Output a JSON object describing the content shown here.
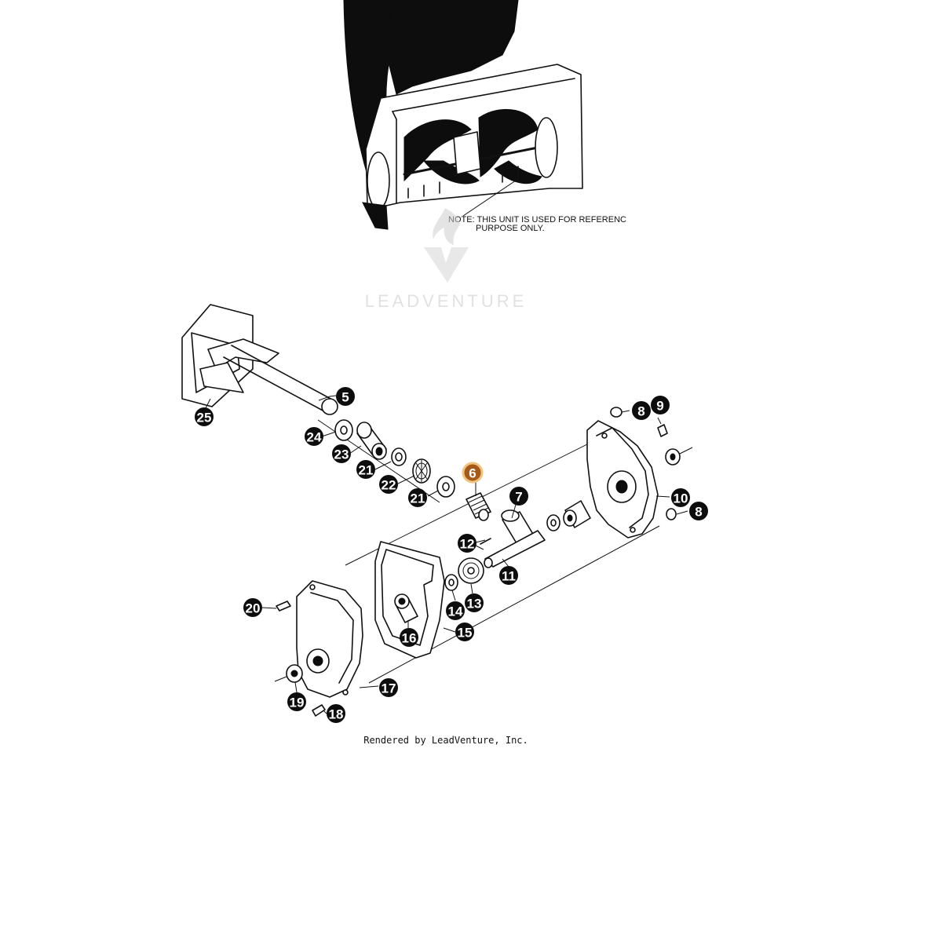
{
  "note": {
    "line1": "NOTE: THIS UNIT IS USED FOR REFERENC",
    "line2": "PURPOSE ONLY."
  },
  "watermark": {
    "text": "LEADVENTURE"
  },
  "footer": {
    "text": "Rendered by LeadVenture, Inc."
  },
  "highlight_color": "#a65a1a",
  "callouts": [
    {
      "id": "c5",
      "label": "5"
    },
    {
      "id": "c25",
      "label": "25"
    },
    {
      "id": "c24",
      "label": "24"
    },
    {
      "id": "c23",
      "label": "23"
    },
    {
      "id": "c21a",
      "label": "21"
    },
    {
      "id": "c22",
      "label": "22"
    },
    {
      "id": "c21b",
      "label": "21"
    },
    {
      "id": "c6",
      "label": "6",
      "highlighted": true
    },
    {
      "id": "c7",
      "label": "7"
    },
    {
      "id": "c8a",
      "label": "8"
    },
    {
      "id": "c9",
      "label": "9"
    },
    {
      "id": "c10",
      "label": "10"
    },
    {
      "id": "c8b",
      "label": "8"
    },
    {
      "id": "c12",
      "label": "12"
    },
    {
      "id": "c11",
      "label": "11"
    },
    {
      "id": "c13",
      "label": "13"
    },
    {
      "id": "c14",
      "label": "14"
    },
    {
      "id": "c15",
      "label": "15"
    },
    {
      "id": "c16",
      "label": "16"
    },
    {
      "id": "c17",
      "label": "17"
    },
    {
      "id": "c18",
      "label": "18"
    },
    {
      "id": "c19",
      "label": "19"
    },
    {
      "id": "c20",
      "label": "20"
    }
  ]
}
